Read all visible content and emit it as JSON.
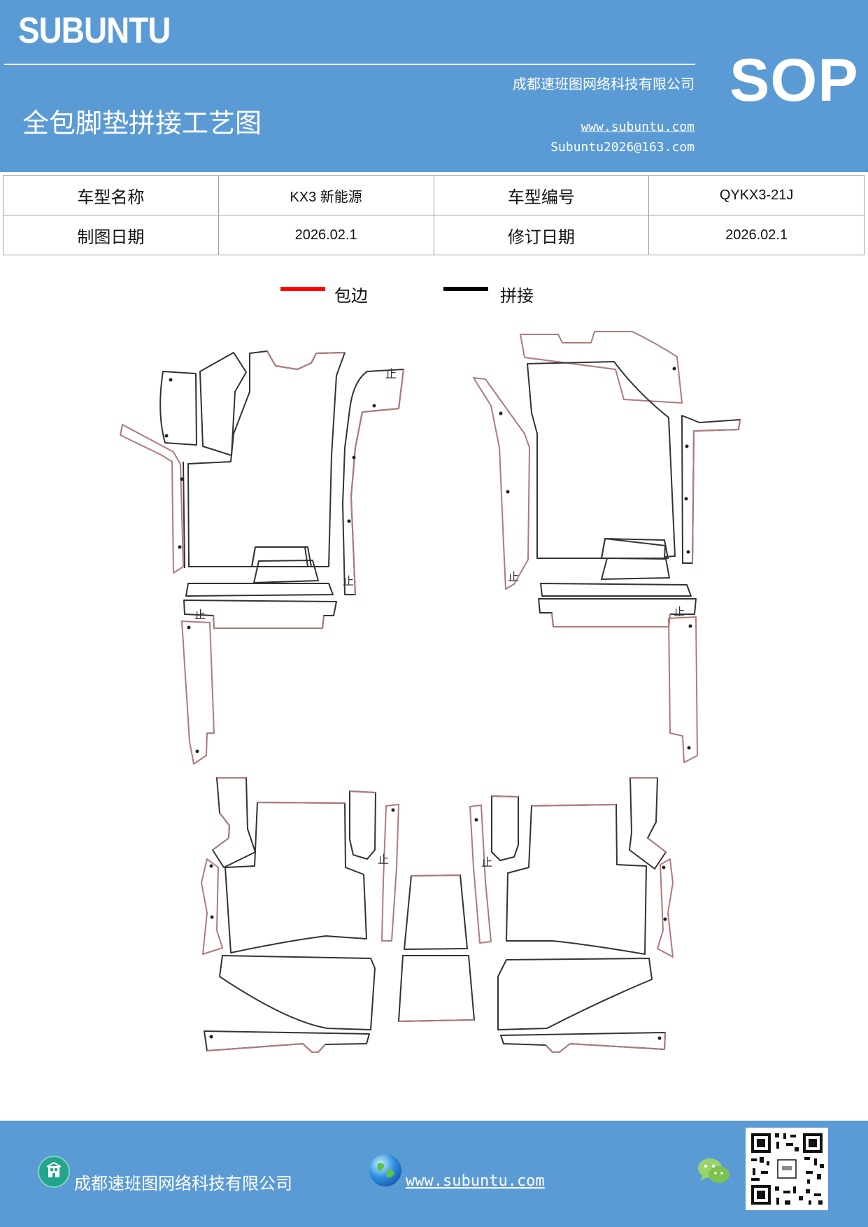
{
  "header": {
    "brand": "SUBUNTU",
    "company": "成都速班图网络科技有限公司",
    "title": "全包脚垫拼接工艺图",
    "website": "www.subuntu.com",
    "email": "Subuntu2026@163.com",
    "sop": "SOP",
    "background_color": "#5b9bd5"
  },
  "info_table": {
    "model_name_label": "车型名称",
    "model_name_value": "KX3 新能源",
    "model_code_label": "车型编号",
    "model_code_value": "QYKX3-21J",
    "draw_date_label": "制图日期",
    "draw_date_value": "2026.02.1",
    "revision_date_label": "修订日期",
    "revision_date_value": "2026.02.1"
  },
  "legend": {
    "edge_label": "包边",
    "edge_color": "#ff0000",
    "splice_label": "拼接",
    "splice_color": "#000000"
  },
  "diagram": {
    "marker_text": "止",
    "edge_stroke_color": "#b07a7a",
    "splice_stroke_color": "#333333"
  },
  "footer": {
    "company": "成都速班图网络科技有限公司",
    "website": "www.subuntu.com",
    "company_icon": "building-icon",
    "website_icon": "globe-icon",
    "social_icon": "wechat-icon"
  }
}
